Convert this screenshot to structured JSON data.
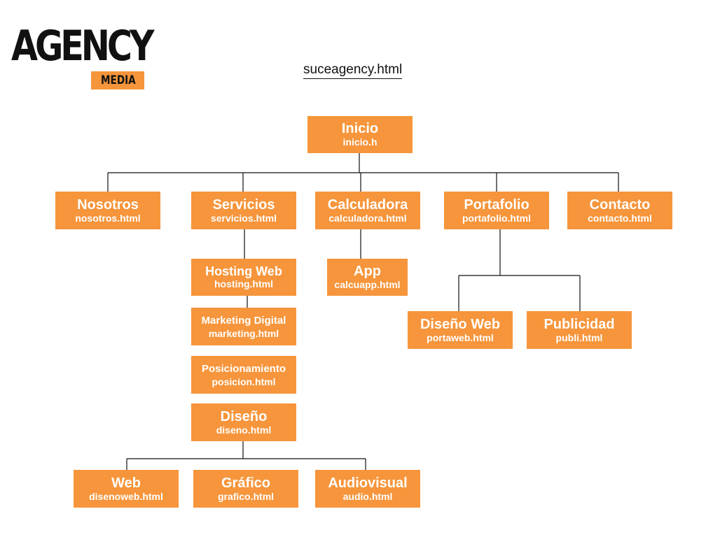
{
  "logo": {
    "main": "AGENCY",
    "sub": "MEDIA"
  },
  "file_title": "suceagency.html",
  "nodes": {
    "inicio": {
      "label": "Inicio",
      "file": "inicio.h"
    },
    "nosotros": {
      "label": "Nosotros",
      "file": "nosotros.html"
    },
    "servicios": {
      "label": "Servicios",
      "file": "servicios.html"
    },
    "calculadora": {
      "label": "Calculadora",
      "file": "calculadora.html"
    },
    "portafolio": {
      "label": "Portafolio",
      "file": "portafolio.html"
    },
    "contacto": {
      "label": "Contacto",
      "file": "contacto.html"
    },
    "hosting": {
      "label": "Hosting Web",
      "file": "hosting.html"
    },
    "marketing": {
      "label": "Marketing Digital",
      "file": "marketing.html"
    },
    "posicionamiento": {
      "label": "Posicionamiento",
      "file": "posicion.html"
    },
    "diseno": {
      "label": "Diseño",
      "file": "diseno.html"
    },
    "app": {
      "label": "App",
      "file": "calcuapp.html"
    },
    "disenoweb": {
      "label": "Diseño Web",
      "file": "portaweb.html"
    },
    "publicidad": {
      "label": "Publicidad",
      "file": "publi.html"
    },
    "web": {
      "label": "Web",
      "file": "disenoweb.html"
    },
    "grafico": {
      "label": "Gráfico",
      "file": "grafico.html"
    },
    "audiovisual": {
      "label": "Audiovisual",
      "file": "audio.html"
    }
  },
  "colors": {
    "node_fill": "#f6953b",
    "node_text": "#ffffff",
    "connector": "#111111"
  }
}
